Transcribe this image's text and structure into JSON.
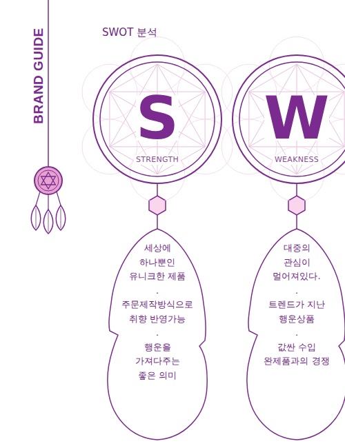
{
  "diagram": {
    "title": "SWOT 분석",
    "nodes": [
      {
        "text": [
          "S",
          "STRENGTH"
        ]
      },
      {
        "text": [
          "세상에 하나뿐인 유니크한 제품",
          ".",
          "주문제작방식으로 취향 반영가능",
          ".",
          "행운을 가져다주는 좋은 의미"
        ]
      },
      {
        "text": [
          "W",
          "WEAKNESS"
        ]
      },
      {
        "text": [
          "대중의 관심이 멀어져있다.",
          ".",
          "트렌드가 지난 행운상품",
          ".",
          "값싼 수입 완제품과의 경쟁"
        ]
      }
    ],
    "edges": [
      {
        "from": 0,
        "to": 1,
        "arrow": "none"
      },
      {
        "from": 2,
        "to": 3,
        "arrow": "none"
      }
    ],
    "labels": [
      "BRAND GUIDE"
    ]
  }
}
